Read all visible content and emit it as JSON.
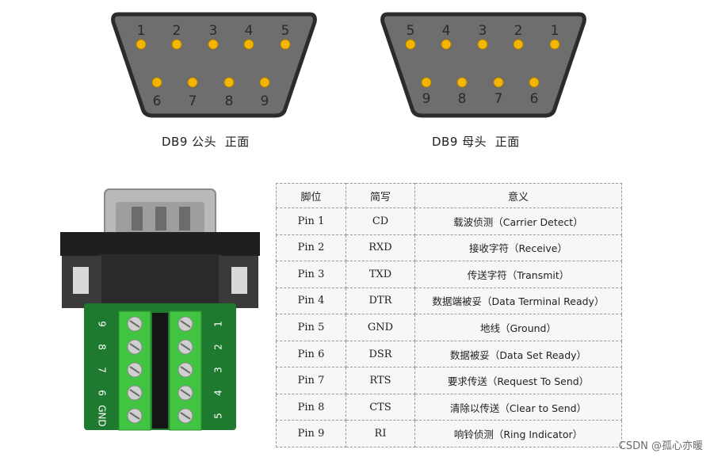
{
  "male_connector": {
    "top_pins": [
      "1",
      "2",
      "3",
      "4",
      "5"
    ],
    "bottom_pins": [
      "6",
      "7",
      "8",
      "9"
    ],
    "caption": "DB9 公头  正面"
  },
  "female_connector": {
    "top_pins": [
      "5",
      "4",
      "3",
      "2",
      "1"
    ],
    "bottom_pins": [
      "9",
      "8",
      "7",
      "6"
    ],
    "caption": "DB9 母头  正面"
  },
  "terminal_photo": {
    "left_labels": [
      "9",
      "8",
      "7",
      "6",
      "GND"
    ],
    "right_labels": [
      "1",
      "2",
      "3",
      "4",
      "5"
    ]
  },
  "pin_table": {
    "headers": [
      "脚位",
      "简写",
      "意义"
    ],
    "rows": [
      [
        "Pin 1",
        "CD",
        "载波侦测（Carrier Detect）"
      ],
      [
        "Pin 2",
        "RXD",
        "接收字符（Receive）"
      ],
      [
        "Pin 3",
        "TXD",
        "传送字符（Transmit）"
      ],
      [
        "Pin 4",
        "DTR",
        "数据端被妥（Data Terminal Ready）"
      ],
      [
        "Pin 5",
        "GND",
        "地线（Ground）"
      ],
      [
        "Pin 6",
        "DSR",
        "数据被妥（Data Set Ready）"
      ],
      [
        "Pin 7",
        "RTS",
        "要求传送（Request To Send）"
      ],
      [
        "Pin 8",
        "CTS",
        "清除以传送（Clear to Send）"
      ],
      [
        "Pin 9",
        "RI",
        "响铃侦测（Ring Indicator）"
      ]
    ]
  },
  "watermark": "CSDN @孤心亦暖",
  "colors": {
    "connector_fill": "#6b6b6b",
    "connector_border": "#2b2b2b",
    "pin_gold": "#f2b705",
    "terminal_green": "#3fbf3f",
    "pcb_green": "#1e7a2e"
  }
}
